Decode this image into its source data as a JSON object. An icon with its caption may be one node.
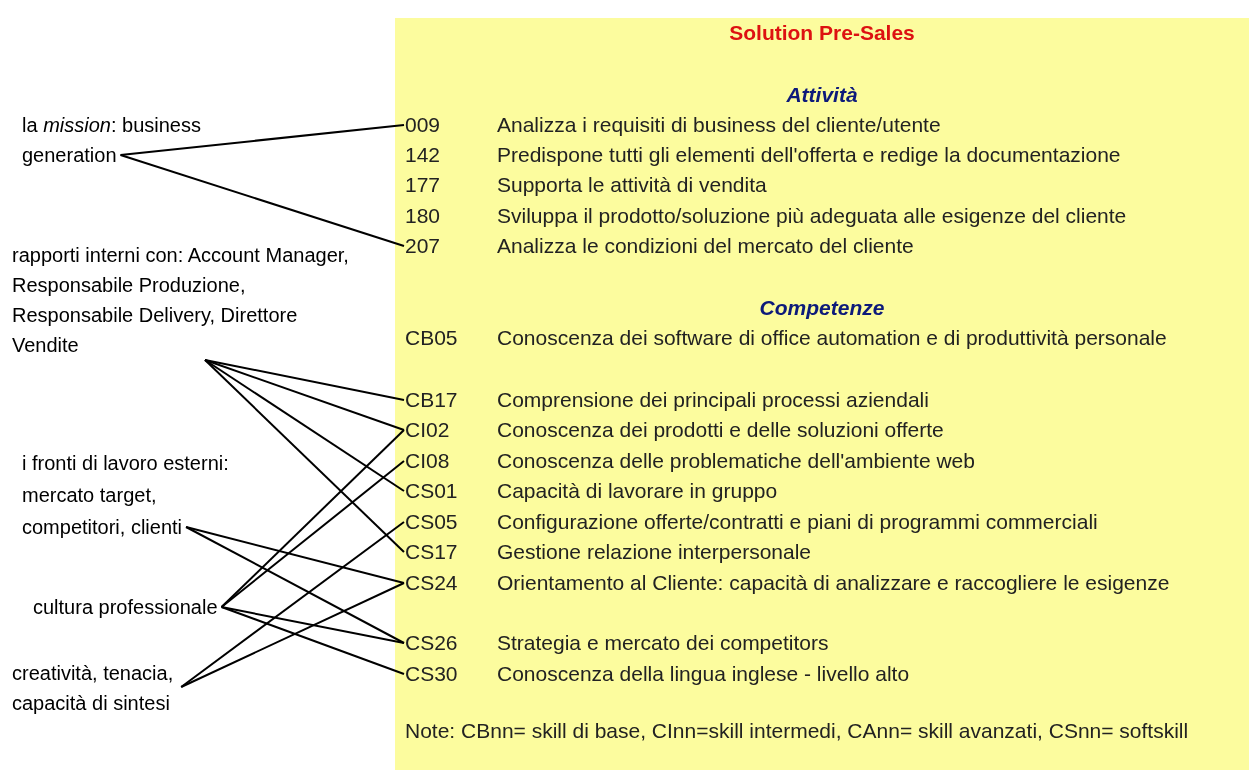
{
  "diagram": {
    "nodes": [
      {
        "text": [
          "la *mission*: business generation"
        ]
      },
      {
        "text": [
          "rapporti interni con: Account Manager, Responsabile Produzione, Responsabile Delivery, Direttore Vendite"
        ]
      },
      {
        "text": [
          "i fronti di lavoro esterni: mercato target, competitori, clienti"
        ]
      },
      {
        "text": [
          "cultura professionale"
        ]
      },
      {
        "text": [
          "creatività, tenacia, capacità di sintesi"
        ]
      },
      {
        "text": [
          "Solution Pre-Sales",
          "Attività",
          "Competenze",
          "Note: CBnn= skill di base, CInn=skill intermedi, CAnn= skill avanzati, CSnn= softskill"
        ]
      },
      {
        "text": [
          "009"
        ],
        "beside": [
          "Analizza i requisiti di business del cliente/utente"
        ],
        "in": 5
      },
      {
        "text": [
          "142"
        ],
        "beside": [
          "Predispone tutti gli elementi dell'offerta e redige la documentazione"
        ],
        "in": 5
      },
      {
        "text": [
          "177"
        ],
        "beside": [
          "Supporta le attività di vendita"
        ],
        "in": 5
      },
      {
        "text": [
          "180"
        ],
        "beside": [
          "Sviluppa il prodotto/soluzione più adeguata alle esigenze del cliente"
        ],
        "in": 5
      },
      {
        "text": [
          "207"
        ],
        "beside": [
          "Analizza le condizioni  del mercato del cliente"
        ],
        "in": 5
      },
      {
        "text": [
          "CB05"
        ],
        "beside": [
          "Conoscenza dei software di office automation e di produttività personale"
        ],
        "in": 5
      },
      {
        "text": [
          "CB17"
        ],
        "beside": [
          "Comprensione dei principali processi aziendali"
        ],
        "in": 5
      },
      {
        "text": [
          "CI02"
        ],
        "beside": [
          "Conoscenza dei prodotti e delle soluzioni offerte"
        ],
        "in": 5
      },
      {
        "text": [
          "CI08"
        ],
        "beside": [
          "Conoscenza delle problematiche dell'ambiente web"
        ],
        "in": 5
      },
      {
        "text": [
          "CS01"
        ],
        "beside": [
          "Capacità di lavorare in gruppo"
        ],
        "in": 5
      },
      {
        "text": [
          "CS05"
        ],
        "beside": [
          "Configurazione offerte/contratti e piani di programmi commerciali"
        ],
        "in": 5
      },
      {
        "text": [
          "CS17"
        ],
        "beside": [
          "Gestione relazione interpersonale"
        ],
        "in": 5
      },
      {
        "text": [
          "CS24"
        ],
        "beside": [
          "Orientamento al Cliente: capacità di analizzare e raccogliere le esigenze"
        ],
        "in": 5
      },
      {
        "text": [
          "CS26"
        ],
        "beside": [
          "Strategia e mercato dei competitors"
        ],
        "in": 5
      },
      {
        "text": [
          "CS30"
        ],
        "beside": [
          "Conoscenza della lingua inglese - livello alto"
        ],
        "in": 5
      }
    ],
    "edges": [
      {
        "from": 0,
        "to": 6,
        "arrow": "none"
      },
      {
        "from": 0,
        "to": 10,
        "arrow": "none"
      },
      {
        "from": 1,
        "to": 12,
        "arrow": "none"
      },
      {
        "from": 1,
        "to": 13,
        "arrow": "none"
      },
      {
        "from": 1,
        "to": 15,
        "arrow": "none"
      },
      {
        "from": 1,
        "to": 17,
        "arrow": "none"
      },
      {
        "from": 2,
        "to": 18,
        "arrow": "none"
      },
      {
        "from": 2,
        "to": 19,
        "arrow": "none"
      },
      {
        "from": 3,
        "to": 13,
        "arrow": "none"
      },
      {
        "from": 3,
        "to": 14,
        "arrow": "none"
      },
      {
        "from": 3,
        "to": 19,
        "arrow": "none"
      },
      {
        "from": 3,
        "to": 20,
        "arrow": "none"
      },
      {
        "from": 4,
        "to": 16,
        "arrow": "none"
      },
      {
        "from": 4,
        "to": 18,
        "arrow": "none"
      }
    ]
  }
}
